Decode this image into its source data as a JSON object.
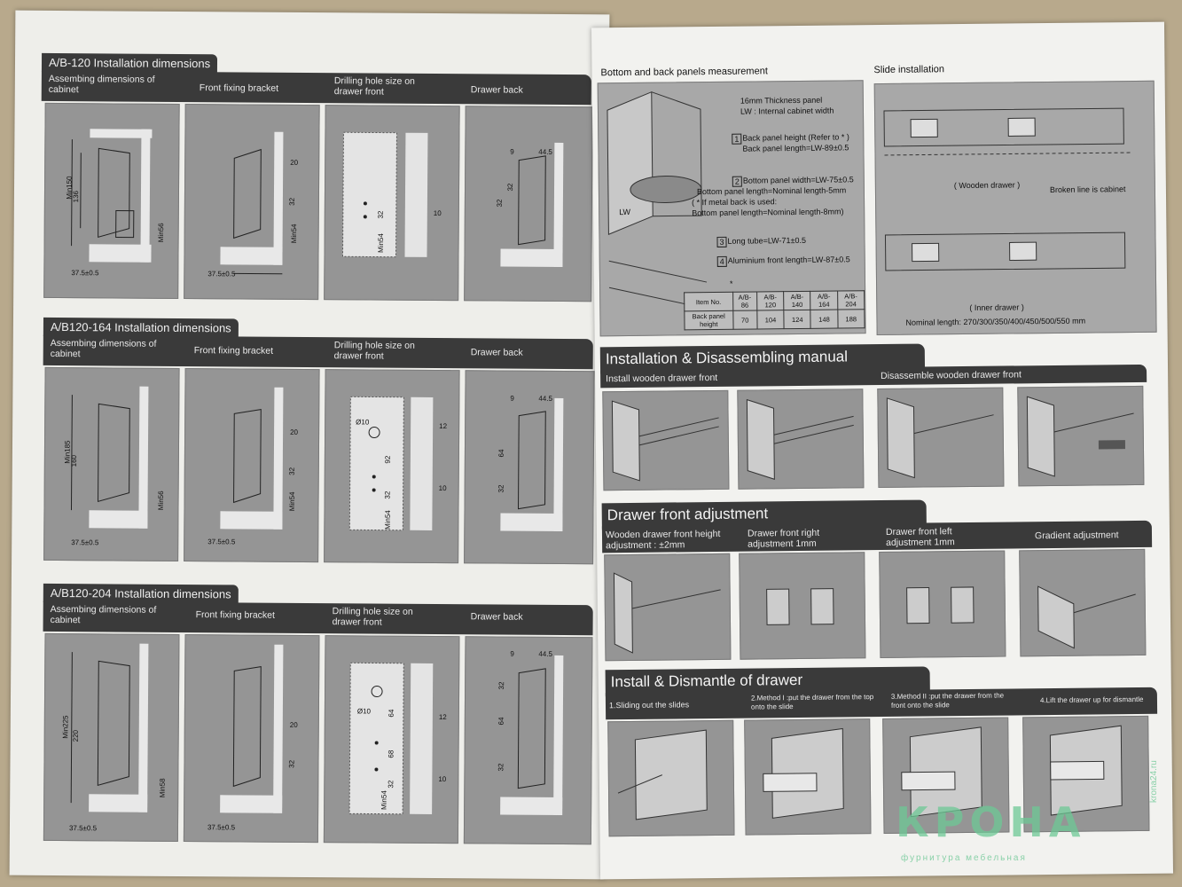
{
  "left_sheet": {
    "sections": [
      {
        "title": "A/B-120 Installation dimensions",
        "columns": [
          "Assembing dimensions of cabinet",
          "Front fixing bracket",
          "Drilling hole size on drawer front",
          "Drawer back"
        ],
        "dims": {
          "min_height": "Min150",
          "inner": "136",
          "min_low": "Min56",
          "offset": "37.5±0.5",
          "bracket_a": "20",
          "bracket_b": "32",
          "bracket_c": "Min54",
          "drill_a": "32",
          "drill_b": "Min54",
          "drill_c": "10",
          "back_a": "9",
          "back_b": "44.5",
          "back_c": "32",
          "back_d": "32"
        }
      },
      {
        "title": "A/B120-164 Installation dimensions",
        "columns": [
          "Assembing dimensions of cabinet",
          "Front fixing bracket",
          "Drilling hole size on drawer front",
          "Drawer back"
        ],
        "dims": {
          "min_height": "Min185",
          "inner": "160",
          "min_low": "Min56",
          "offset": "37.5±0.5",
          "bracket_a": "20",
          "bracket_b": "32",
          "bracket_c": "Min54",
          "drill_hole": "Ø10",
          "drill_a": "92",
          "drill_b": "32",
          "drill_c": "Min54",
          "drill_d": "12",
          "drill_e": "10",
          "back_a": "9",
          "back_b": "44.5",
          "back_c": "64",
          "back_d": "32"
        }
      },
      {
        "title": "A/B120-204 Installation dimensions",
        "columns": [
          "Assembing dimensions of cabinet",
          "Front fixing bracket",
          "Drilling hole size on drawer front",
          "Drawer back"
        ],
        "dims": {
          "min_height": "Min225",
          "inner": "220",
          "min_low": "Min58",
          "offset": "37.5±0.5",
          "bracket_a": "20",
          "bracket_b": "32",
          "drill_hole": "Ø10",
          "drill_a": "64",
          "drill_b": "68",
          "drill_c": "32",
          "drill_d": "Min54",
          "drill_e": "12",
          "drill_f": "10",
          "back_a": "9",
          "back_b": "44.5",
          "back_c": "32",
          "back_d": "64",
          "back_e": "32"
        }
      }
    ]
  },
  "right_sheet": {
    "bottom_back": {
      "title": "Bottom and back panels measurement",
      "notes": [
        "16mm Thickness panel",
        "LW : Internal cabinet width",
        "Back panel height (Refer to * )",
        "Back panel length=LW-89±0.5",
        "Bottom panel width=LW-75±0.5",
        "Bottom panel length=Nominal length-5mm",
        "( * If metal back is used:",
        "Bottom panel length=Nominal length-8mm)",
        "Long tube=LW-71±0.5",
        "Aluminium front length=LW-87±0.5"
      ],
      "markers": [
        "1",
        "2",
        "3",
        "4"
      ],
      "lw_label": "LW",
      "star": "*",
      "table": {
        "headers": [
          "Item No.",
          "A/B-86",
          "A/B-120",
          "A/B-140",
          "A/B-164",
          "A/B-204"
        ],
        "row_label": "Back panel height",
        "values": [
          "70",
          "104",
          "124",
          "148",
          "188"
        ]
      }
    },
    "slide_install": {
      "title": "Slide installation",
      "wooden": "( Wooden drawer )",
      "broken": "Broken line is cabinet",
      "inner": "( Inner drawer )",
      "nominal": "Nominal length: 270/300/350/400/450/500/550 mm"
    },
    "install_disassemble": {
      "title": "Installation & Disassembling manual",
      "left": "Install wooden drawer front",
      "right": "Disassemble wooden drawer front"
    },
    "front_adjust": {
      "title": "Drawer front adjustment",
      "items": [
        "Wooden drawer front height adjustment : ±2mm",
        "Drawer front right adjustment 1mm",
        "Drawer front left adjustment 1mm",
        "Gradient adjustment"
      ]
    },
    "install_dismantle": {
      "title": "Install & Dismantle of drawer",
      "items": [
        "1.Sliding out the slides",
        "2.Method I :put the drawer from the top onto the slide",
        "3.Method II :put the drawer from the front onto the slide",
        "4.Lift the drawer up for dismantle"
      ]
    }
  },
  "watermark": {
    "brand": "КРОНА",
    "sub": "фурнитура мебельная",
    "side": "krona24.ru"
  },
  "colors": {
    "panel": "#959595",
    "bar": "#3a3a3a",
    "paper": "#eeeeea",
    "brand": "#6ec896"
  }
}
